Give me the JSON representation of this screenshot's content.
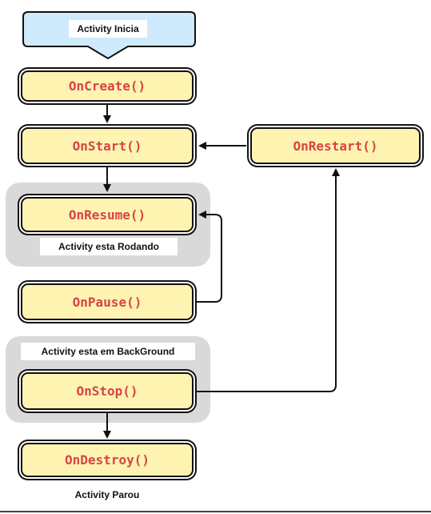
{
  "start_label": "Activity Inicia",
  "boxes": {
    "create": "OnCreate()",
    "start": "OnStart()",
    "restart": "OnRestart()",
    "resume": "OnResume()",
    "pause": "OnPause()",
    "stop": "OnStop()",
    "destroy": "OnDestroy()"
  },
  "group_labels": {
    "running": "Activity esta Rodando",
    "background": "Activity esta em BackGround",
    "stopped": "Activity Parou"
  },
  "colors": {
    "box_fill": "#fef3b0",
    "box_text": "#d64545",
    "start_fill": "#cfeafc",
    "group_fill": "#d9d9d9",
    "line": "#111111"
  }
}
